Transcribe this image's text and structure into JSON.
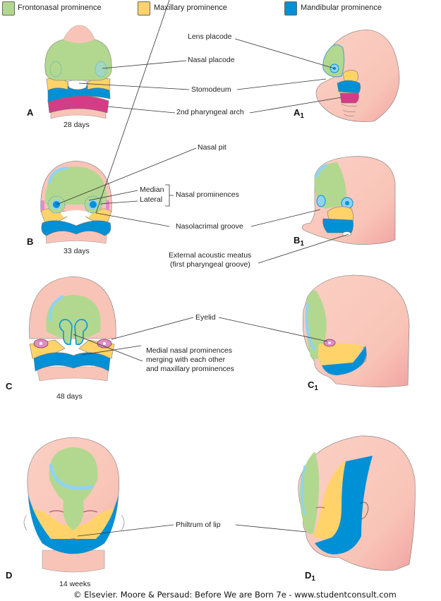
{
  "legend": [
    {
      "label": "Frontonasal prominence",
      "color": "#b2d88f"
    },
    {
      "label": "Maxillary prominence",
      "color": "#ffd36a"
    },
    {
      "label": "Mandibular prominence",
      "color": "#0090d6"
    }
  ],
  "colors": {
    "skin": "#f9c4b8",
    "skin_dark": "#f0a3a0",
    "frontonasal": "#b2d88f",
    "maxillary": "#ffd36a",
    "mandibular": "#0090d6",
    "pharyngeal_arch": "#d43d86",
    "placode": "#8fd3f4",
    "eyelid": "#e48cc4",
    "leader_line": "#333333"
  },
  "panels": [
    {
      "id": "A",
      "label": "A",
      "age": "28 days"
    },
    {
      "id": "A1",
      "label": "A",
      "sub": "1"
    },
    {
      "id": "B",
      "label": "B",
      "age": "33 days"
    },
    {
      "id": "B1",
      "label": "B",
      "sub": "1"
    },
    {
      "id": "C",
      "label": "C",
      "age": "48 days"
    },
    {
      "id": "C1",
      "label": "C",
      "sub": "1"
    },
    {
      "id": "D",
      "label": "D",
      "age": "14 weeks"
    },
    {
      "id": "D1",
      "label": "D",
      "sub": "1"
    }
  ],
  "annotations": {
    "lens_placode": "Lens placode",
    "nasal_placode": "Nasal placode",
    "stomodeum": "Stomodeum",
    "second_arch": "2nd pharyngeal arch",
    "nasal_pit": "Nasal pit",
    "median": "Median",
    "lateral": "Lateral",
    "nasal_prominences": "Nasal prominences",
    "nasolacrimal_groove": "Nasolacrimal groove",
    "external_meatus_line1": "External acoustic meatus",
    "external_meatus_line2": "(first pharyngeal groove)",
    "eyelid": "Eyelid",
    "medial_line1": "Medial nasal prominences",
    "medial_line2": "merging with each other",
    "medial_line3": "and maxillary prominences",
    "philtrum": "Philtrum of lip"
  },
  "copyright": "© Elsevier. Moore & Persaud: Before We are Born 7e - www.studentconsult.com"
}
